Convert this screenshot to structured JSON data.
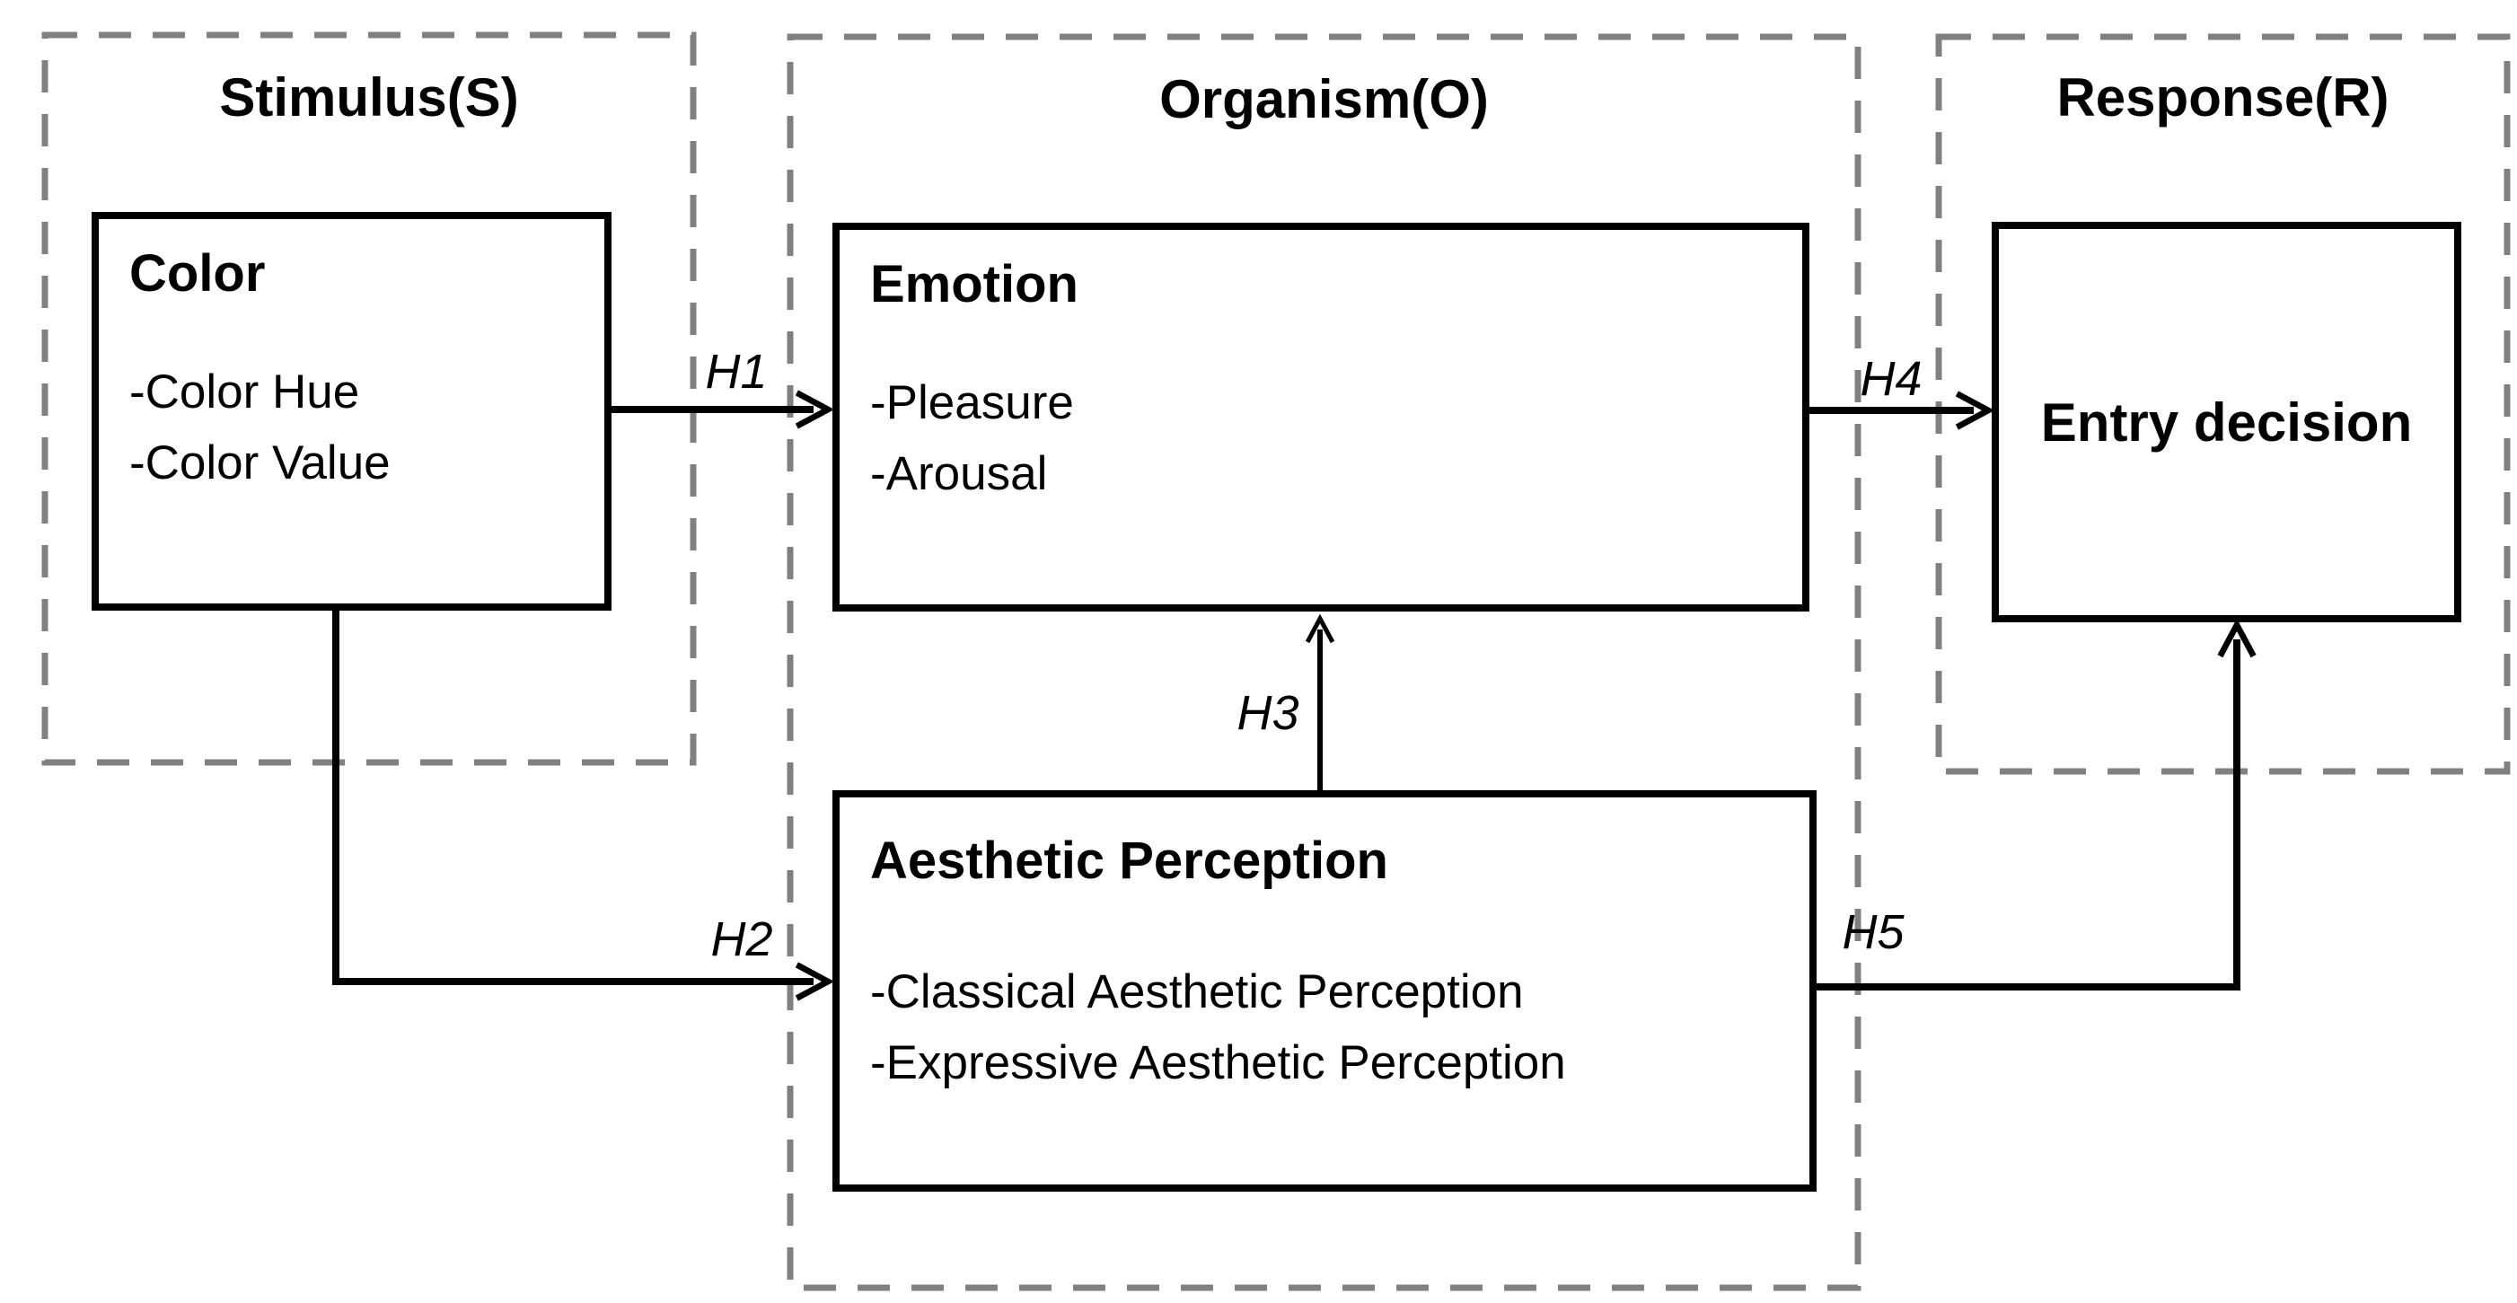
{
  "groups": {
    "stimulus": {
      "label": "Stimulus(S)"
    },
    "organism": {
      "label": "Organism(O)"
    },
    "response": {
      "label": "Response(R)"
    }
  },
  "boxes": {
    "color": {
      "title": "Color",
      "items": [
        "-Color Hue",
        "-Color Value"
      ]
    },
    "emotion": {
      "title": "Emotion",
      "items": [
        "-Pleasure",
        "-Arousal"
      ]
    },
    "aesthetic_perception": {
      "title": "Aesthetic Perception",
      "items": [
        "-Classical Aesthetic Perception",
        "-Expressive Aesthetic Perception"
      ]
    },
    "entry_decision": {
      "title": "Entry decision"
    }
  },
  "arrows": {
    "h1": {
      "label": "H1",
      "from": "Color",
      "to": "Emotion"
    },
    "h2": {
      "label": "H2",
      "from": "Color",
      "to": "Aesthetic Perception"
    },
    "h3": {
      "label": "H3",
      "from": "Aesthetic Perception",
      "to": "Emotion"
    },
    "h4": {
      "label": "H4",
      "from": "Emotion",
      "to": "Entry decision"
    },
    "h5": {
      "label": "H5",
      "from": "Aesthetic Perception",
      "to": "Entry decision"
    }
  },
  "colors": {
    "background": "#ffffff",
    "solid_line": "#000000",
    "dashed_border": "#808080",
    "text": "#000000"
  }
}
